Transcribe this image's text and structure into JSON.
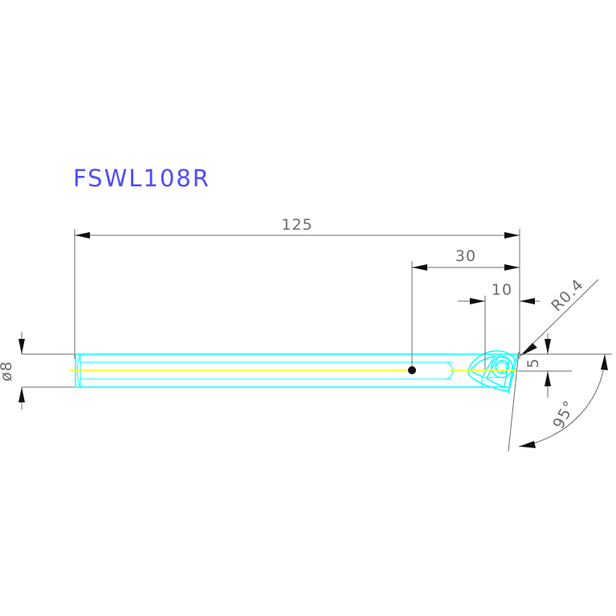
{
  "drawing": {
    "title": "FSWL108R",
    "title_color": "#4d4dff",
    "background_color": "#ffffff",
    "part_color": "#00ffff",
    "centerline_color": "#ffff00",
    "dimension_color": "#6b6b6b",
    "dimensions": {
      "overall_length": "125",
      "head_length": "30",
      "insert_offset": "10",
      "corner_radius": "R0.4",
      "shank_diameter": "ø8",
      "cutting_height": "5",
      "lead_angle": "95°"
    },
    "labels": {
      "overall_length": "125",
      "head_length": "30",
      "insert_offset": "10",
      "corner_radius": "R0.4",
      "shank_diameter": "ø8",
      "cutting_height": "5",
      "lead_angle": "95°"
    }
  }
}
